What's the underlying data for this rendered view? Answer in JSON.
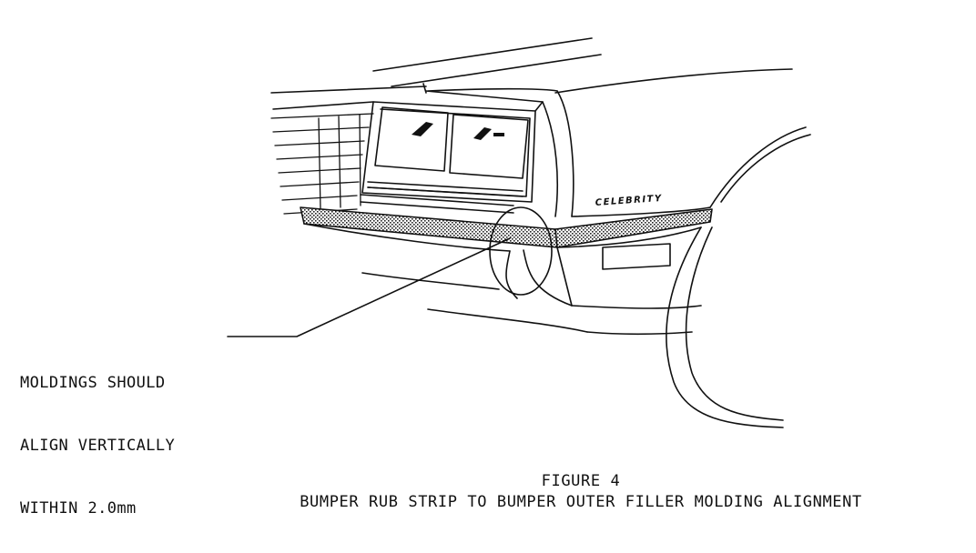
{
  "figure": {
    "badge_text": "CELEBRITY",
    "callout_lines": [
      "MOLDINGS SHOULD",
      "ALIGN VERTICALLY",
      "WITHIN 2.0mm"
    ],
    "caption_number": "FIGURE 4",
    "caption_title": "BUMPER RUB STRIP TO BUMPER OUTER FILLER MOLDING ALIGNMENT",
    "line_color": "#111111",
    "background_color": "#ffffff"
  }
}
